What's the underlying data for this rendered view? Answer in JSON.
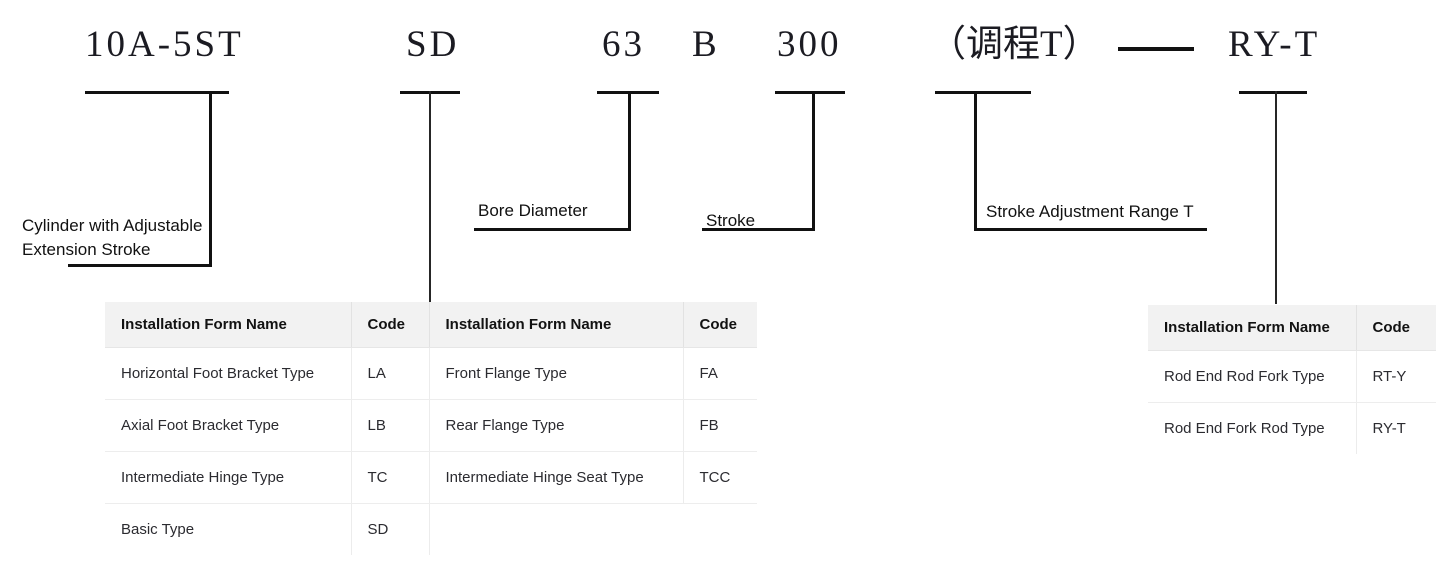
{
  "code_line": {
    "tokens": [
      {
        "id": "model",
        "text": "10A-5ST"
      },
      {
        "id": "mount",
        "text": "SD"
      },
      {
        "id": "bore",
        "text": "63"
      },
      {
        "id": "series",
        "text": "B"
      },
      {
        "id": "stroke",
        "text": "300"
      },
      {
        "id": "adjust_range",
        "text": "（调程T）"
      },
      {
        "id": "separator",
        "text": "—"
      },
      {
        "id": "rod_end",
        "text": "RY-T"
      }
    ]
  },
  "annotations": [
    {
      "id": "cylinder-type",
      "text": "Cylinder with Adjustable Extension Stroke"
    },
    {
      "id": "bore-diameter",
      "text": "Bore Diameter"
    },
    {
      "id": "stroke",
      "text": "Stroke"
    },
    {
      "id": "stroke-adjust",
      "text": "Stroke Adjustment Range T"
    }
  ],
  "left_table": {
    "headers": [
      "Installation Form Name",
      "Code",
      "Installation Form Name",
      "Code"
    ],
    "rows": [
      [
        "Horizontal Foot Bracket Type",
        "LA",
        "Front Flange Type",
        "FA"
      ],
      [
        "Axial Foot Bracket Type",
        "LB",
        "Rear Flange Type",
        "FB"
      ],
      [
        "Intermediate Hinge Type",
        "TC",
        "Intermediate Hinge Seat Type",
        "TCC"
      ],
      [
        "Basic Type",
        "SD",
        "",
        ""
      ]
    ]
  },
  "right_table": {
    "headers": [
      "Installation Form Name",
      "Code"
    ],
    "rows": [
      [
        "Rod End Rod Fork Type",
        "RT-Y"
      ],
      [
        "Rod End Fork Rod Type",
        "RY-T"
      ]
    ]
  },
  "colors": {
    "line": "#111111",
    "header_bg": "#f2f2f2",
    "text": "#1a1a1a"
  }
}
